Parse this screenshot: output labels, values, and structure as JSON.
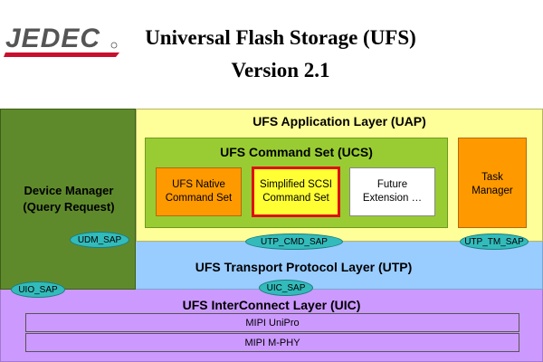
{
  "header": {
    "logo_text": "JEDEC",
    "title": "Universal Flash Storage (UFS)",
    "version": "Version 2.1"
  },
  "device_manager": {
    "line1": "Device Manager",
    "line2": "(Query Request)"
  },
  "uap": {
    "label": "UFS Application Layer (UAP)"
  },
  "ucs": {
    "label": "UFS Command Set (UCS)",
    "native": {
      "line1": "UFS Native",
      "line2": "Command Set"
    },
    "scsi": {
      "line1": "Simplified SCSI",
      "line2": "Command Set"
    },
    "future": {
      "line1": "Future",
      "line2": "Extension …"
    }
  },
  "task_manager": {
    "line1": "Task",
    "line2": "Manager"
  },
  "utp": {
    "label": "UFS Transport  Protocol Layer (UTP)"
  },
  "uic": {
    "label": "UFS InterConnect Layer (UIC)",
    "rows": [
      "MIPI UniPro",
      "MIPI M-PHY"
    ]
  },
  "saps": {
    "udm": "UDM_SAP",
    "utp_cmd": "UTP_CMD_SAP",
    "utp_tm": "UTP_TM_SAP",
    "uio": "UIO_SAP",
    "uic": "UIC_SAP"
  },
  "colors": {
    "device_manager": "#5f8a2c",
    "uap": "#ffff99",
    "ucs": "#99cc33",
    "native": "#ff9900",
    "scsi_fill": "#ffff33",
    "scsi_border": "#dd1010",
    "utp": "#99ccff",
    "uic": "#cc99ff",
    "sap": "#33bbbb",
    "logo_red": "#c8102e"
  }
}
